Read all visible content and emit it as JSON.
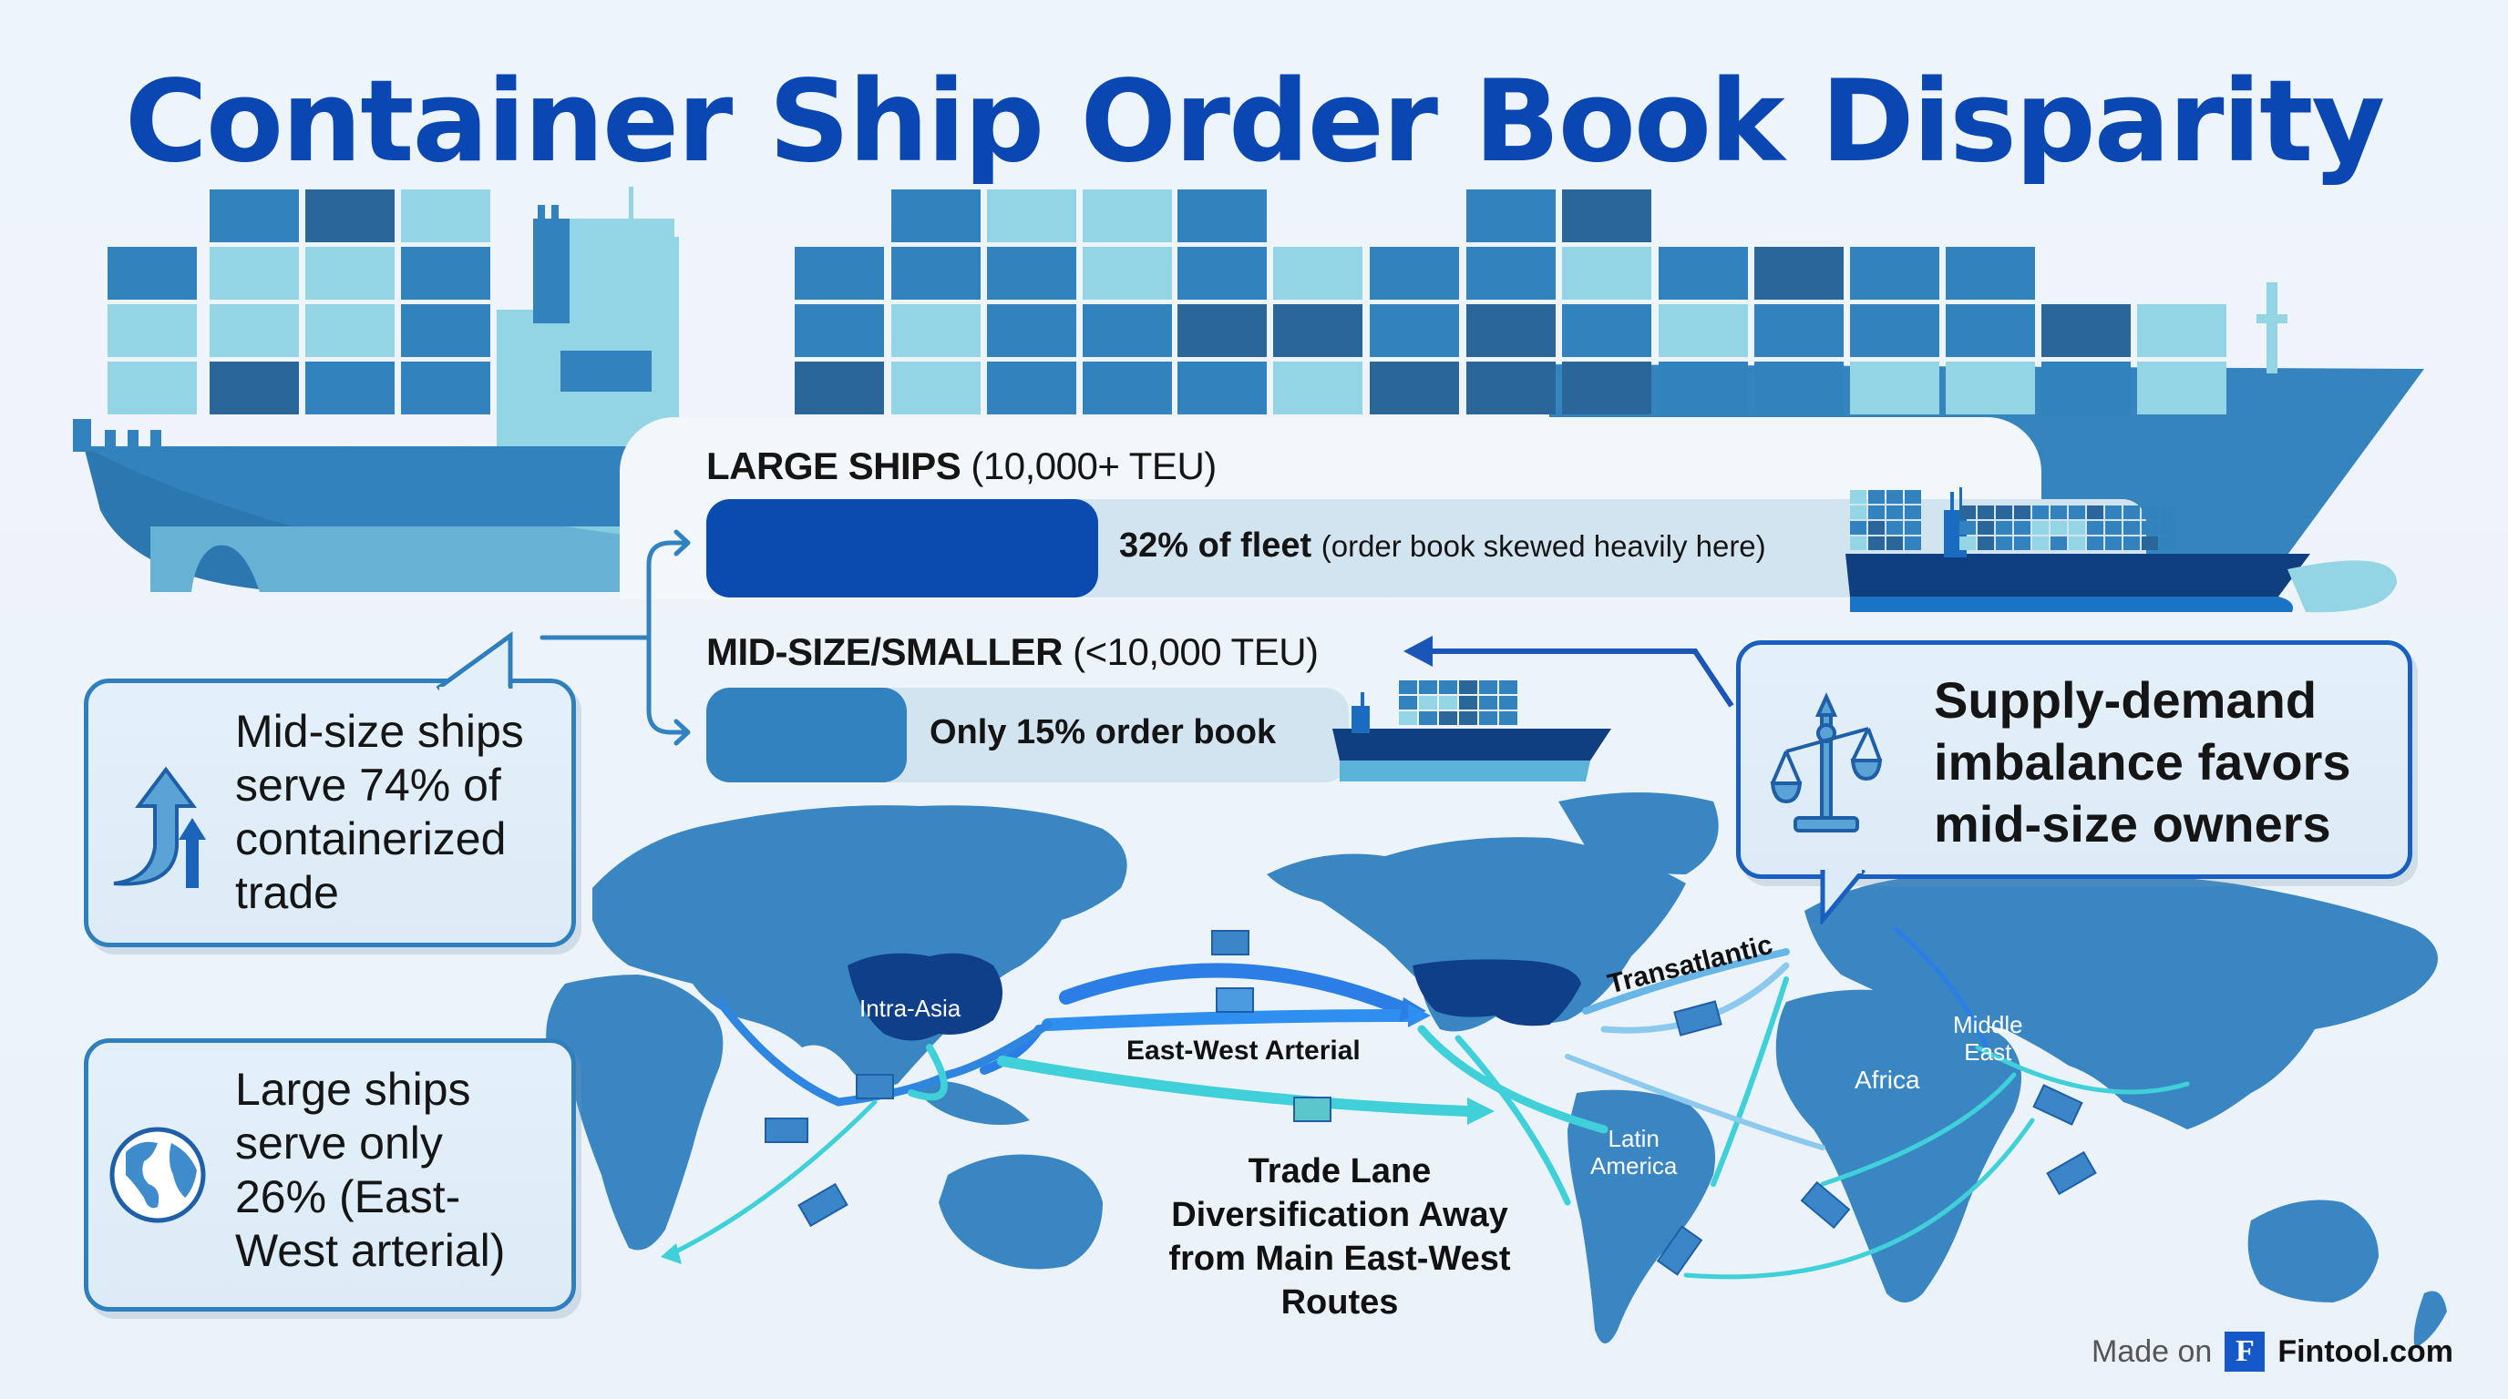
{
  "title": "Container Ship Order Book Disparity",
  "colors": {
    "title": "#0b47b3",
    "large_bar": "#0a4bb0",
    "mid_bar": "#3282c0",
    "bar_track": "#d3e4f1",
    "land": "#3a86c2",
    "land_highlight": "#103f8a",
    "route_blue": "#2b7ee6",
    "route_teal": "#3fd0da",
    "callout_border": "#2f7fbf"
  },
  "segments": {
    "large": {
      "name": "LARGE SHIPS",
      "range": "(10,000+ TEU)",
      "stat": "32% of fleet",
      "note": "(order book skewed heavily here)",
      "icon": "large-container-ship-icon"
    },
    "mid": {
      "name": "MID-SIZE/SMALLER",
      "range": "(<10,000 TEU)",
      "stat": "Only 15% order book",
      "icon": "small-container-ship-icon"
    }
  },
  "callouts": {
    "mid_share": {
      "text": "Mid-size ships serve 74% of containerized trade",
      "lines": [
        "Mid-size ships",
        "serve 74% of",
        "containerized",
        "trade"
      ],
      "icon": "trend-up-arrows-icon"
    },
    "large_share": {
      "text": "Large ships serve only 26% (East-West arterial)",
      "lines": [
        "Large ships",
        "serve only",
        "26% (East-",
        "West arterial)"
      ],
      "icon": "globe-icon"
    },
    "imbalance": {
      "text": "Supply-demand imbalance favors mid-size owners",
      "lines": [
        "Supply-demand",
        "imbalance favors",
        "mid-size owners"
      ],
      "icon": "balance-scale-icon"
    }
  },
  "map": {
    "labels": {
      "intra_asia": "Intra-Asia",
      "east_west": "East-West Arterial",
      "transatlantic": "Transatlantic",
      "latin_america": [
        "Latin",
        "America"
      ],
      "middle_east": [
        "Middle",
        "East"
      ],
      "africa": "Africa"
    },
    "caption": [
      "Trade Lane",
      "Diversification Away",
      "from Main East-West",
      "Routes"
    ]
  },
  "footer": {
    "made_on": "Made on",
    "logo_letter": "F",
    "brand": "Fintool.com"
  }
}
